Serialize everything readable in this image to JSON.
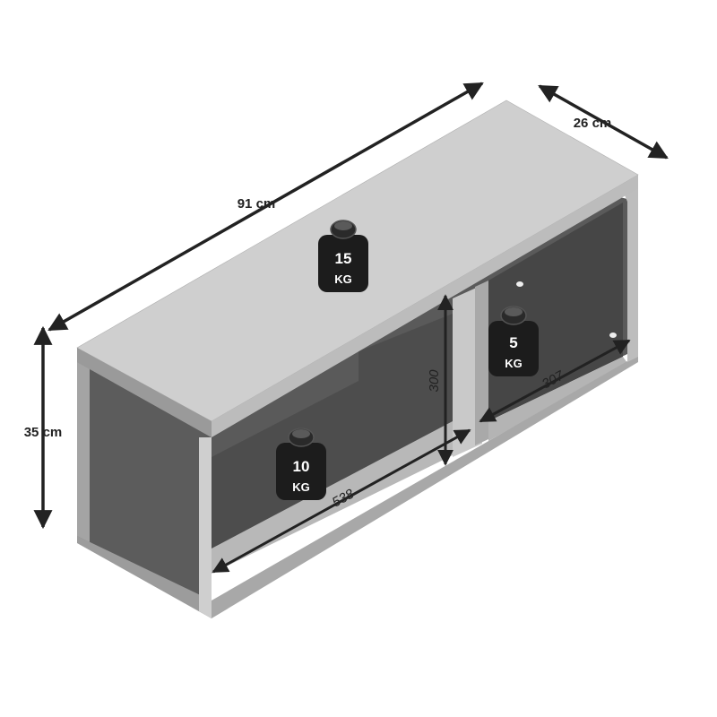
{
  "dimensions": {
    "width": "91 cm",
    "depth": "26 cm",
    "height": "35 cm"
  },
  "inner_dimensions": {
    "left_width": "538",
    "right_width": "307",
    "inner_height": "300"
  },
  "weights": {
    "top": {
      "value": "15",
      "unit": "KG"
    },
    "left_shelf": {
      "value": "10",
      "unit": "KG"
    },
    "right_shelf": {
      "value": "5",
      "unit": "KG"
    }
  },
  "colors": {
    "panel_light": "#c9c9c9",
    "panel_mid": "#a6a6a6",
    "panel_dark": "#4a4a4a",
    "weight_body": "#1c1c1c",
    "arrow": "#222222"
  }
}
